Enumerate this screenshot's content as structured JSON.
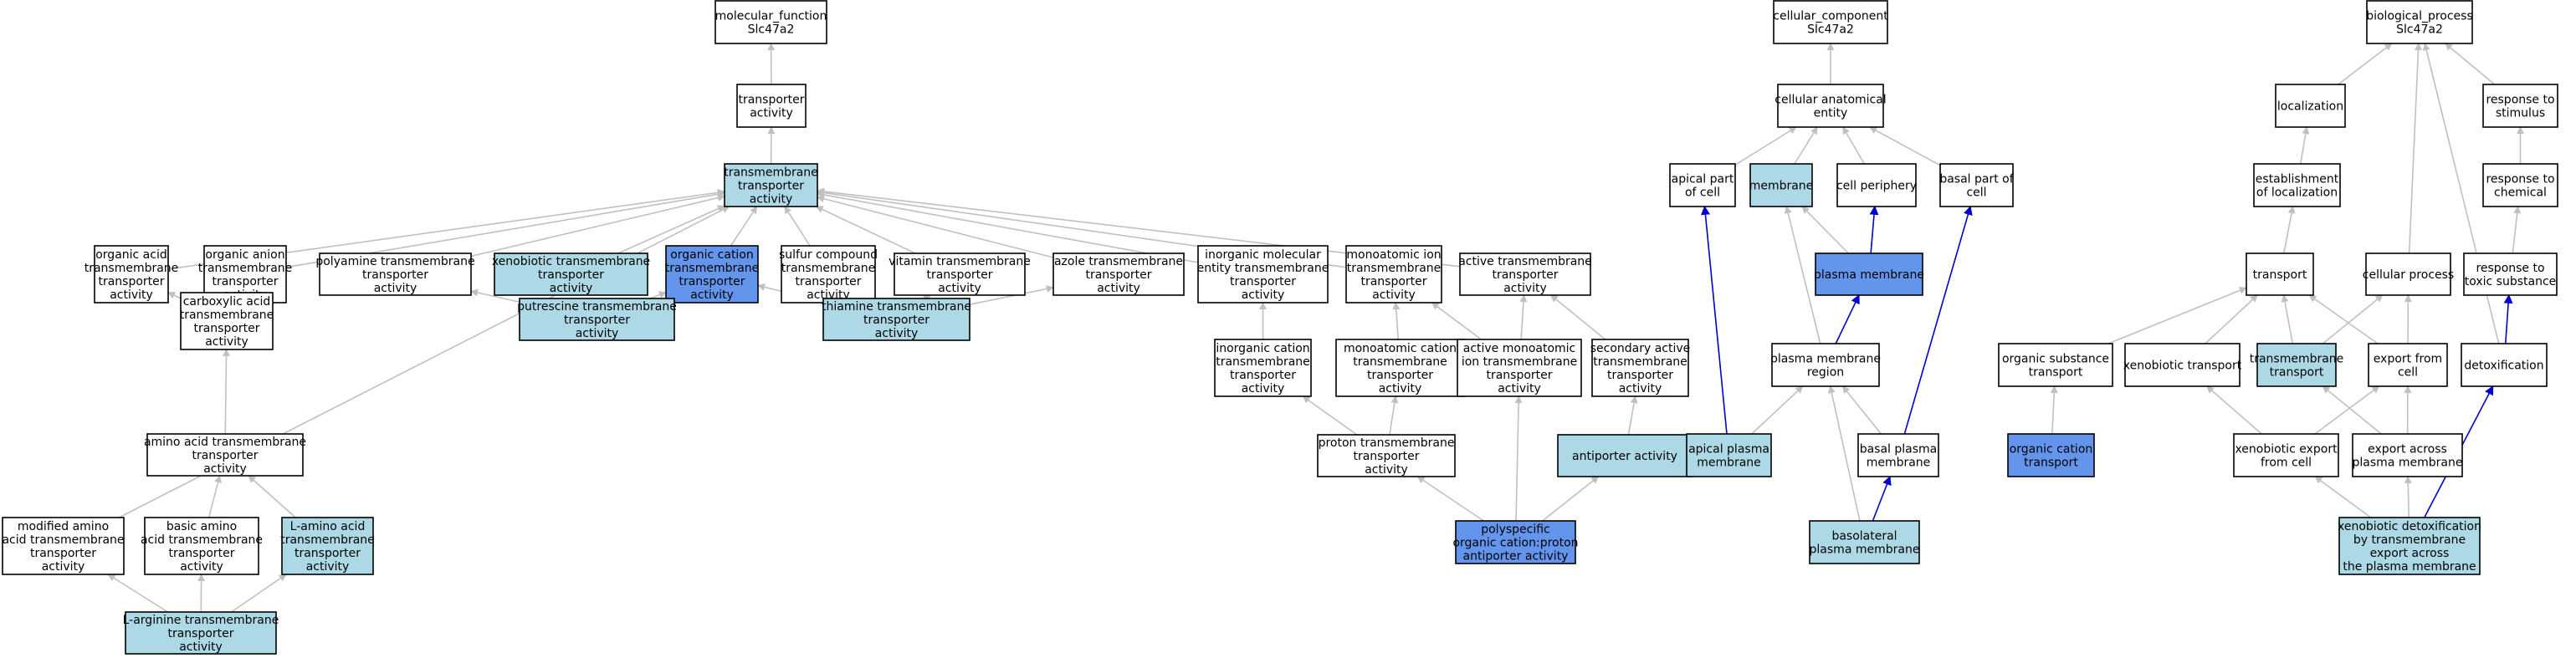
{
  "colors": {
    "default_fill": "#ffffff",
    "light_blue": "#add8e6",
    "highlight_blue": "#6495ed",
    "edge_gray": "#c0c0c0",
    "edge_blue": "#0000cd"
  },
  "nodes": [
    {
      "id": "mf",
      "lines": [
        "molecular_function",
        "Slc47a2"
      ],
      "fill": "default_fill"
    },
    {
      "id": "ta",
      "lines": [
        "transporter",
        "activity"
      ],
      "fill": "default_fill"
    },
    {
      "id": "tmta",
      "lines": [
        "transmembrane",
        "transporter",
        "activity"
      ],
      "fill": "light_blue"
    },
    {
      "id": "oata",
      "lines": [
        "organic acid",
        "transmembrane",
        "transporter",
        "activity"
      ],
      "fill": "default_fill"
    },
    {
      "id": "oanta",
      "lines": [
        "organic anion",
        "transmembrane",
        "transporter",
        "activity"
      ],
      "fill": "default_fill"
    },
    {
      "id": "pata",
      "lines": [
        "polyamine transmembrane",
        "transporter",
        "activity"
      ],
      "fill": "default_fill"
    },
    {
      "id": "xtta",
      "lines": [
        "xenobiotic transmembrane",
        "transporter",
        "activity"
      ],
      "fill": "light_blue"
    },
    {
      "id": "octa",
      "lines": [
        "organic cation",
        "transmembrane",
        "transporter",
        "activity"
      ],
      "fill": "highlight_blue"
    },
    {
      "id": "scta",
      "lines": [
        "sulfur compound",
        "transmembrane",
        "transporter",
        "activity"
      ],
      "fill": "default_fill"
    },
    {
      "id": "vita",
      "lines": [
        "vitamin transmembrane",
        "transporter",
        "activity"
      ],
      "fill": "default_fill"
    },
    {
      "id": "azta",
      "lines": [
        "azole transmembrane",
        "transporter",
        "activity"
      ],
      "fill": "default_fill"
    },
    {
      "id": "imta",
      "lines": [
        "inorganic molecular",
        "entity transmembrane",
        "transporter",
        "activity"
      ],
      "fill": "default_fill"
    },
    {
      "id": "mita",
      "lines": [
        "monoatomic ion",
        "transmembrane",
        "transporter",
        "activity"
      ],
      "fill": "default_fill"
    },
    {
      "id": "acta",
      "lines": [
        "active transmembrane",
        "transporter",
        "activity"
      ],
      "fill": "default_fill"
    },
    {
      "id": "cata",
      "lines": [
        "carboxylic acid",
        "transmembrane",
        "transporter",
        "activity"
      ],
      "fill": "default_fill"
    },
    {
      "id": "puta",
      "lines": [
        "putrescine transmembrane",
        "transporter",
        "activity"
      ],
      "fill": "light_blue"
    },
    {
      "id": "thta",
      "lines": [
        "thiamine transmembrane",
        "transporter",
        "activity"
      ],
      "fill": "light_blue"
    },
    {
      "id": "icta",
      "lines": [
        "inorganic cation",
        "transmembrane",
        "transporter",
        "activity"
      ],
      "fill": "default_fill"
    },
    {
      "id": "mcta",
      "lines": [
        "monoatomic cation",
        "transmembrane",
        "transporter",
        "activity"
      ],
      "fill": "default_fill"
    },
    {
      "id": "amita",
      "lines": [
        "active monoatomic",
        "ion transmembrane",
        "transporter",
        "activity"
      ],
      "fill": "default_fill"
    },
    {
      "id": "sata",
      "lines": [
        "secondary active",
        "transmembrane",
        "transporter",
        "activity"
      ],
      "fill": "default_fill"
    },
    {
      "id": "aata",
      "lines": [
        "amino acid transmembrane",
        "transporter",
        "activity"
      ],
      "fill": "default_fill"
    },
    {
      "id": "ptta",
      "lines": [
        "proton transmembrane",
        "transporter",
        "activity"
      ],
      "fill": "default_fill"
    },
    {
      "id": "anta",
      "lines": [
        "antiporter activity"
      ],
      "fill": "light_blue"
    },
    {
      "id": "maata",
      "lines": [
        "modified amino",
        "acid transmembrane",
        "transporter",
        "activity"
      ],
      "fill": "default_fill"
    },
    {
      "id": "baata",
      "lines": [
        "basic amino",
        "acid transmembrane",
        "transporter",
        "activity"
      ],
      "fill": "default_fill"
    },
    {
      "id": "laata",
      "lines": [
        "L-amino acid",
        "transmembrane",
        "transporter",
        "activity"
      ],
      "fill": "light_blue"
    },
    {
      "id": "poca",
      "lines": [
        "polyspecific",
        "organic cation:proton",
        "antiporter activity"
      ],
      "fill": "highlight_blue"
    },
    {
      "id": "lata",
      "lines": [
        "L-arginine transmembrane",
        "transporter",
        "activity"
      ],
      "fill": "light_blue"
    },
    {
      "id": "cc",
      "lines": [
        "cellular_component",
        "Slc47a2"
      ],
      "fill": "default_fill"
    },
    {
      "id": "cae",
      "lines": [
        "cellular anatomical",
        "entity"
      ],
      "fill": "default_fill"
    },
    {
      "id": "apc",
      "lines": [
        "apical part",
        "of cell"
      ],
      "fill": "default_fill"
    },
    {
      "id": "mem",
      "lines": [
        "membrane"
      ],
      "fill": "light_blue"
    },
    {
      "id": "cp",
      "lines": [
        "cell periphery"
      ],
      "fill": "default_fill"
    },
    {
      "id": "bpc",
      "lines": [
        "basal part of",
        "cell"
      ],
      "fill": "default_fill"
    },
    {
      "id": "pm",
      "lines": [
        "plasma membrane"
      ],
      "fill": "highlight_blue"
    },
    {
      "id": "pmr",
      "lines": [
        "plasma membrane",
        "region"
      ],
      "fill": "default_fill"
    },
    {
      "id": "apm",
      "lines": [
        "apical plasma",
        "membrane"
      ],
      "fill": "light_blue"
    },
    {
      "id": "bpm",
      "lines": [
        "basal plasma",
        "membrane"
      ],
      "fill": "default_fill"
    },
    {
      "id": "blpm",
      "lines": [
        "basolateral",
        "plasma membrane"
      ],
      "fill": "light_blue"
    },
    {
      "id": "bp",
      "lines": [
        "biological_process",
        "Slc47a2"
      ],
      "fill": "default_fill"
    },
    {
      "id": "loc",
      "lines": [
        "localization"
      ],
      "fill": "default_fill"
    },
    {
      "id": "rts",
      "lines": [
        "response to",
        "stimulus"
      ],
      "fill": "default_fill"
    },
    {
      "id": "eol",
      "lines": [
        "establishment",
        "of localization"
      ],
      "fill": "default_fill"
    },
    {
      "id": "rtc",
      "lines": [
        "response to",
        "chemical"
      ],
      "fill": "default_fill"
    },
    {
      "id": "trn",
      "lines": [
        "transport"
      ],
      "fill": "default_fill"
    },
    {
      "id": "cpr",
      "lines": [
        "cellular process"
      ],
      "fill": "default_fill"
    },
    {
      "id": "rtts",
      "lines": [
        "response to",
        "toxic substance"
      ],
      "fill": "default_fill"
    },
    {
      "id": "ost",
      "lines": [
        "organic substance",
        "transport"
      ],
      "fill": "default_fill"
    },
    {
      "id": "xt",
      "lines": [
        "xenobiotic transport"
      ],
      "fill": "default_fill"
    },
    {
      "id": "tmt",
      "lines": [
        "transmembrane",
        "transport"
      ],
      "fill": "light_blue"
    },
    {
      "id": "efc",
      "lines": [
        "export from",
        "cell"
      ],
      "fill": "default_fill"
    },
    {
      "id": "det",
      "lines": [
        "detoxification"
      ],
      "fill": "default_fill"
    },
    {
      "id": "oct",
      "lines": [
        "organic cation",
        "transport"
      ],
      "fill": "highlight_blue"
    },
    {
      "id": "xefc",
      "lines": [
        "xenobiotic export",
        "from cell"
      ],
      "fill": "default_fill"
    },
    {
      "id": "eapm",
      "lines": [
        "export across",
        "plasma membrane"
      ],
      "fill": "default_fill"
    },
    {
      "id": "xdet",
      "lines": [
        "xenobiotic detoxification",
        "by transmembrane",
        "export across",
        "the plasma membrane"
      ],
      "fill": "light_blue"
    }
  ],
  "edges": [
    {
      "from": "ta",
      "to": "mf",
      "color": "edge_gray"
    },
    {
      "from": "tmta",
      "to": "ta",
      "color": "edge_gray"
    },
    {
      "from": "oata",
      "to": "tmta",
      "color": "edge_gray"
    },
    {
      "from": "oanta",
      "to": "tmta",
      "color": "edge_gray"
    },
    {
      "from": "pata",
      "to": "tmta",
      "color": "edge_gray"
    },
    {
      "from": "xtta",
      "to": "tmta",
      "color": "edge_gray"
    },
    {
      "from": "octa",
      "to": "tmta",
      "color": "edge_gray"
    },
    {
      "from": "scta",
      "to": "tmta",
      "color": "edge_gray"
    },
    {
      "from": "vita",
      "to": "tmta",
      "color": "edge_gray"
    },
    {
      "from": "azta",
      "to": "tmta",
      "color": "edge_gray"
    },
    {
      "from": "imta",
      "to": "tmta",
      "color": "edge_gray"
    },
    {
      "from": "mita",
      "to": "tmta",
      "color": "edge_gray"
    },
    {
      "from": "acta",
      "to": "tmta",
      "color": "edge_gray"
    },
    {
      "from": "maata",
      "to": "tmta",
      "color": "edge_gray"
    },
    {
      "from": "cata",
      "to": "oata",
      "color": "edge_gray"
    },
    {
      "from": "cata",
      "to": "oanta",
      "color": "edge_gray"
    },
    {
      "from": "aata",
      "to": "cata",
      "color": "edge_gray"
    },
    {
      "from": "baata",
      "to": "aata",
      "color": "edge_gray"
    },
    {
      "from": "laata",
      "to": "aata",
      "color": "edge_gray"
    },
    {
      "from": "lata",
      "to": "maata",
      "color": "edge_gray"
    },
    {
      "from": "lata",
      "to": "baata",
      "color": "edge_gray"
    },
    {
      "from": "lata",
      "to": "laata",
      "color": "edge_gray"
    },
    {
      "from": "puta",
      "to": "pata",
      "color": "edge_gray"
    },
    {
      "from": "puta",
      "to": "octa",
      "color": "edge_gray"
    },
    {
      "from": "thta",
      "to": "octa",
      "color": "edge_gray"
    },
    {
      "from": "thta",
      "to": "scta",
      "color": "edge_gray"
    },
    {
      "from": "thta",
      "to": "vita",
      "color": "edge_gray"
    },
    {
      "from": "thta",
      "to": "azta",
      "color": "edge_gray"
    },
    {
      "from": "icta",
      "to": "imta",
      "color": "edge_gray"
    },
    {
      "from": "mcta",
      "to": "mita",
      "color": "edge_gray"
    },
    {
      "from": "amita",
      "to": "mita",
      "color": "edge_gray"
    },
    {
      "from": "amita",
      "to": "acta",
      "color": "edge_gray"
    },
    {
      "from": "sata",
      "to": "acta",
      "color": "edge_gray"
    },
    {
      "from": "ptta",
      "to": "icta",
      "color": "edge_gray"
    },
    {
      "from": "ptta",
      "to": "mcta",
      "color": "edge_gray"
    },
    {
      "from": "anta",
      "to": "sata",
      "color": "edge_gray"
    },
    {
      "from": "poca",
      "to": "ptta",
      "color": "edge_gray"
    },
    {
      "from": "poca",
      "to": "amita",
      "color": "edge_gray"
    },
    {
      "from": "poca",
      "to": "anta",
      "color": "edge_gray"
    },
    {
      "from": "cae",
      "to": "cc",
      "color": "edge_gray"
    },
    {
      "from": "apc",
      "to": "cae",
      "color": "edge_gray"
    },
    {
      "from": "mem",
      "to": "cae",
      "color": "edge_gray"
    },
    {
      "from": "cp",
      "to": "cae",
      "color": "edge_gray"
    },
    {
      "from": "bpc",
      "to": "cae",
      "color": "edge_gray"
    },
    {
      "from": "pm",
      "to": "mem",
      "color": "edge_gray"
    },
    {
      "from": "pm",
      "to": "cp",
      "color": "edge_blue"
    },
    {
      "from": "pmr",
      "to": "pm",
      "color": "edge_blue"
    },
    {
      "from": "pmr",
      "to": "mem",
      "color": "edge_gray"
    },
    {
      "from": "apm",
      "to": "pmr",
      "color": "edge_gray"
    },
    {
      "from": "apm",
      "to": "apc",
      "color": "edge_blue"
    },
    {
      "from": "bpm",
      "to": "pmr",
      "color": "edge_gray"
    },
    {
      "from": "bpm",
      "to": "bpc",
      "color": "edge_blue"
    },
    {
      "from": "blpm",
      "to": "bpm",
      "color": "edge_blue"
    },
    {
      "from": "blpm",
      "to": "pmr",
      "color": "edge_gray"
    },
    {
      "from": "loc",
      "to": "bp",
      "color": "edge_gray"
    },
    {
      "from": "rts",
      "to": "bp",
      "color": "edge_gray"
    },
    {
      "from": "cpr",
      "to": "bp",
      "color": "edge_gray"
    },
    {
      "from": "det",
      "to": "bp",
      "color": "edge_gray"
    },
    {
      "from": "eol",
      "to": "loc",
      "color": "edge_gray"
    },
    {
      "from": "rtc",
      "to": "rts",
      "color": "edge_gray"
    },
    {
      "from": "trn",
      "to": "eol",
      "color": "edge_gray"
    },
    {
      "from": "rtts",
      "to": "rtc",
      "color": "edge_gray"
    },
    {
      "from": "det",
      "to": "rtts",
      "color": "edge_blue"
    },
    {
      "from": "ost",
      "to": "trn",
      "color": "edge_gray"
    },
    {
      "from": "xt",
      "to": "trn",
      "color": "edge_gray"
    },
    {
      "from": "tmt",
      "to": "trn",
      "color": "edge_gray"
    },
    {
      "from": "tmt",
      "to": "cpr",
      "color": "edge_gray"
    },
    {
      "from": "efc",
      "to": "trn",
      "color": "edge_gray"
    },
    {
      "from": "efc",
      "to": "cpr",
      "color": "edge_gray"
    },
    {
      "from": "oct",
      "to": "ost",
      "color": "edge_gray"
    },
    {
      "from": "xefc",
      "to": "xt",
      "color": "edge_gray"
    },
    {
      "from": "xefc",
      "to": "efc",
      "color": "edge_gray"
    },
    {
      "from": "eapm",
      "to": "efc",
      "color": "edge_gray"
    },
    {
      "from": "eapm",
      "to": "tmt",
      "color": "edge_gray"
    },
    {
      "from": "xdet",
      "to": "xefc",
      "color": "edge_gray"
    },
    {
      "from": "xdet",
      "to": "eapm",
      "color": "edge_gray"
    },
    {
      "from": "xdet",
      "to": "det",
      "color": "edge_blue"
    }
  ]
}
